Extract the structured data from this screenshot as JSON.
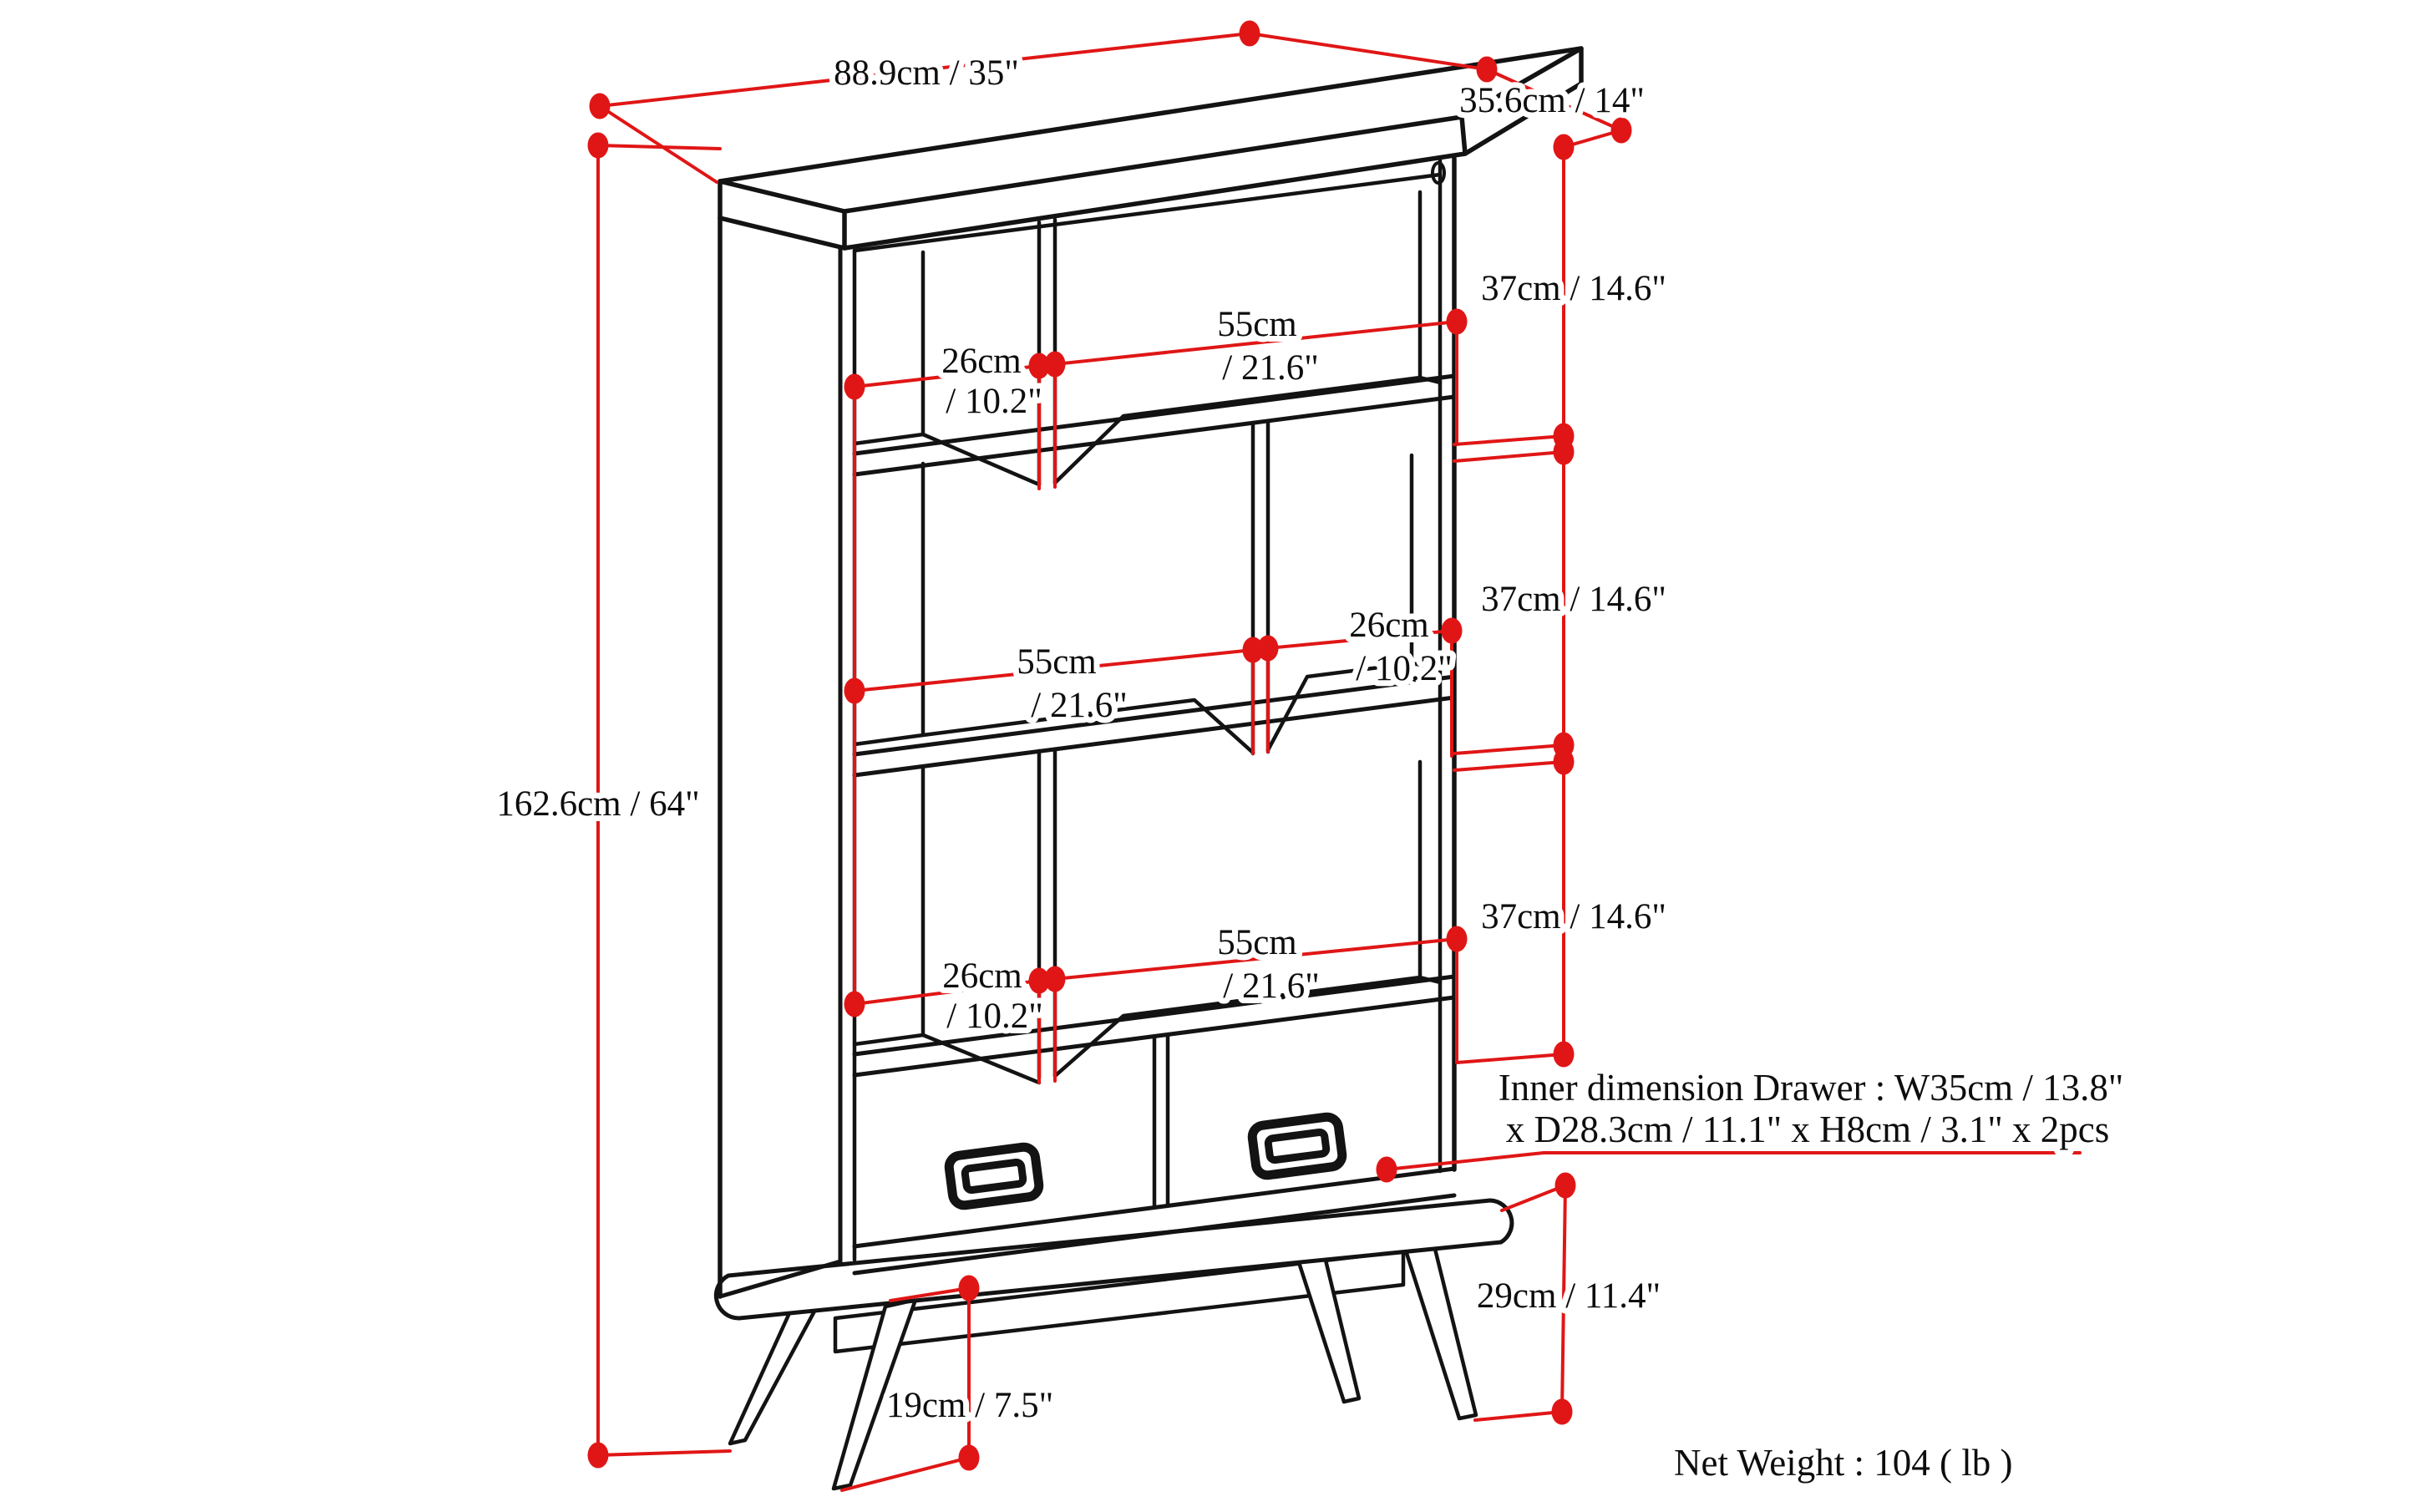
{
  "diagram": {
    "kind": "furniture-dimension-drawing",
    "product": "wide bookcase with two drawers",
    "colors": {
      "outline": "#131313",
      "dimension_line": "#e01616",
      "background": "#ffffff"
    },
    "dimensions": {
      "top_width": "88.9cm / 35\"",
      "top_depth": "35.6cm / 14\"",
      "total_height": "162.6cm / 64\"",
      "section_heights": [
        "37cm / 14.6\"",
        "37cm / 14.6\"",
        "37cm / 14.6\""
      ],
      "row1": {
        "cube_cm": "26cm",
        "cube_in": "/ 10.2\"",
        "open_cm": "55cm",
        "open_in": "/ 21.6\""
      },
      "row2": {
        "open_cm": "55cm",
        "open_in": "/ 21.6\"",
        "cube_cm": "26cm",
        "cube_in": "/ 10.2\""
      },
      "row3": {
        "cube_cm": "26cm",
        "cube_in": "/ 10.2\"",
        "open_cm": "55cm",
        "open_in": "/ 21.6\""
      },
      "base_height": "29cm / 11.4\"",
      "leg_height": "19cm / 7.5\""
    },
    "notes": {
      "drawer_line1": "Inner dimension Drawer : W35cm / 13.8\"",
      "drawer_line2": "x D28.3cm / 11.1\" x H8cm / 3.1\" x 2pcs",
      "net_weight": "Net Weight : 104 ( lb )"
    }
  }
}
